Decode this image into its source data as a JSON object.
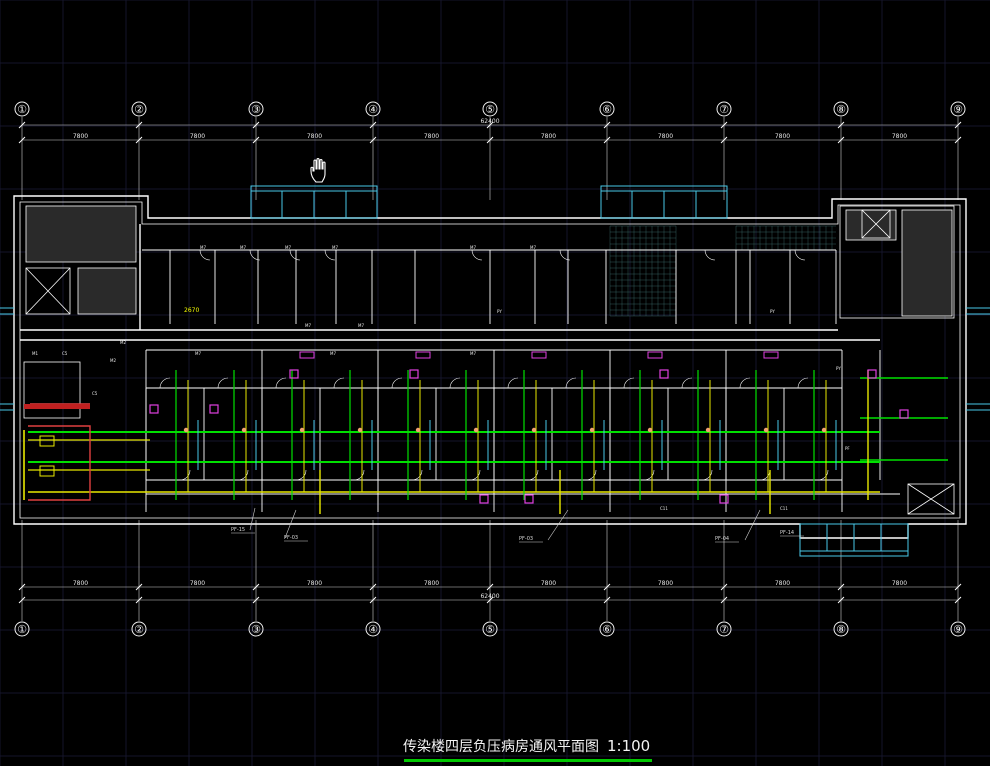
{
  "drawing": {
    "title": "传染楼四层负压病房通风平面图",
    "scale": "1:100",
    "axes": [
      "①",
      "②",
      "③",
      "④",
      "⑤",
      "⑥",
      "⑦",
      "⑧",
      "⑨"
    ],
    "bay_dims_top": [
      "7800",
      "7800",
      "7800",
      "7800",
      "7800",
      "7800",
      "7800",
      "7800"
    ],
    "bay_dims_bottom": [
      "7800",
      "7800",
      "7800",
      "7800",
      "7800",
      "7800",
      "7800",
      "7800"
    ],
    "total_dim_top": "62400",
    "total_dim_bottom": "62400",
    "yellow_note": "2670",
    "pf_tags": [
      "PF-15",
      "PF-03",
      "PF-03",
      "PF-04",
      "PF-14"
    ],
    "small_labels": [
      "M7",
      "M7",
      "M7",
      "M7",
      "M7",
      "M7",
      "M7",
      "M7",
      "M7",
      "M7",
      "M7",
      "M2",
      "M2",
      "M1",
      "C5",
      "C5",
      "C11",
      "C11",
      "PY",
      "PY",
      "PF",
      "PY"
    ]
  },
  "colors": {
    "background": "#000000",
    "wall": "#ffffff",
    "duct_green": "#00e000",
    "duct_yellow": "#e8e800",
    "cyan": "#49c9e8",
    "magenta": "#e040e0",
    "dim_line": "#d0d0d0",
    "grid": "#1a1a2a"
  },
  "icons": [
    "hand-cursor-icon"
  ]
}
